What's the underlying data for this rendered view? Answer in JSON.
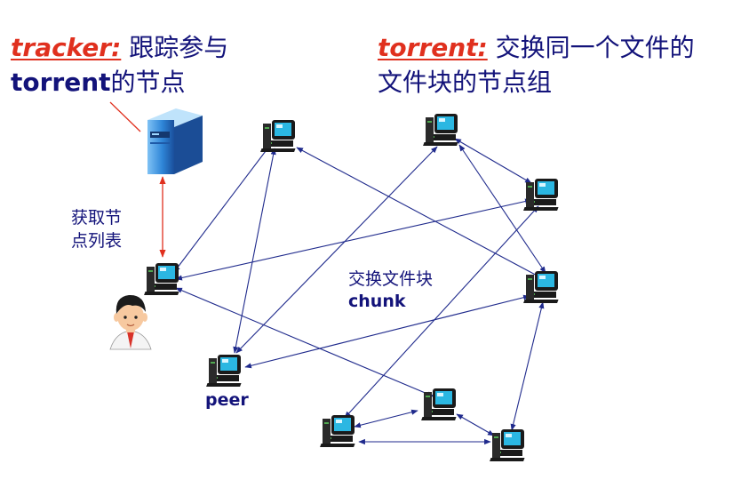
{
  "tracker": {
    "keyword": "tracker:",
    "line1": "跟踪参与",
    "line2_bold": "torrent",
    "line2_rest": "的节点"
  },
  "torrent": {
    "keyword": "torrent:",
    "line1": "交换同一个文件的",
    "line2": "文件块的节点组"
  },
  "get_peers": {
    "line1": "获取节",
    "line2": "点列表"
  },
  "exchange": {
    "line1": "交换文件块",
    "line2": "chunk"
  },
  "peer_label": "peer",
  "colors": {
    "keyword": "#e0301e",
    "text": "#13137a",
    "link": "#1f2a8c",
    "tracker_link": "#e0301e",
    "server": "#2f7fd4",
    "pc": "#1a1a1a"
  },
  "icons": [
    "server-icon",
    "desktop-computer-icon",
    "user-avatar-icon"
  ]
}
